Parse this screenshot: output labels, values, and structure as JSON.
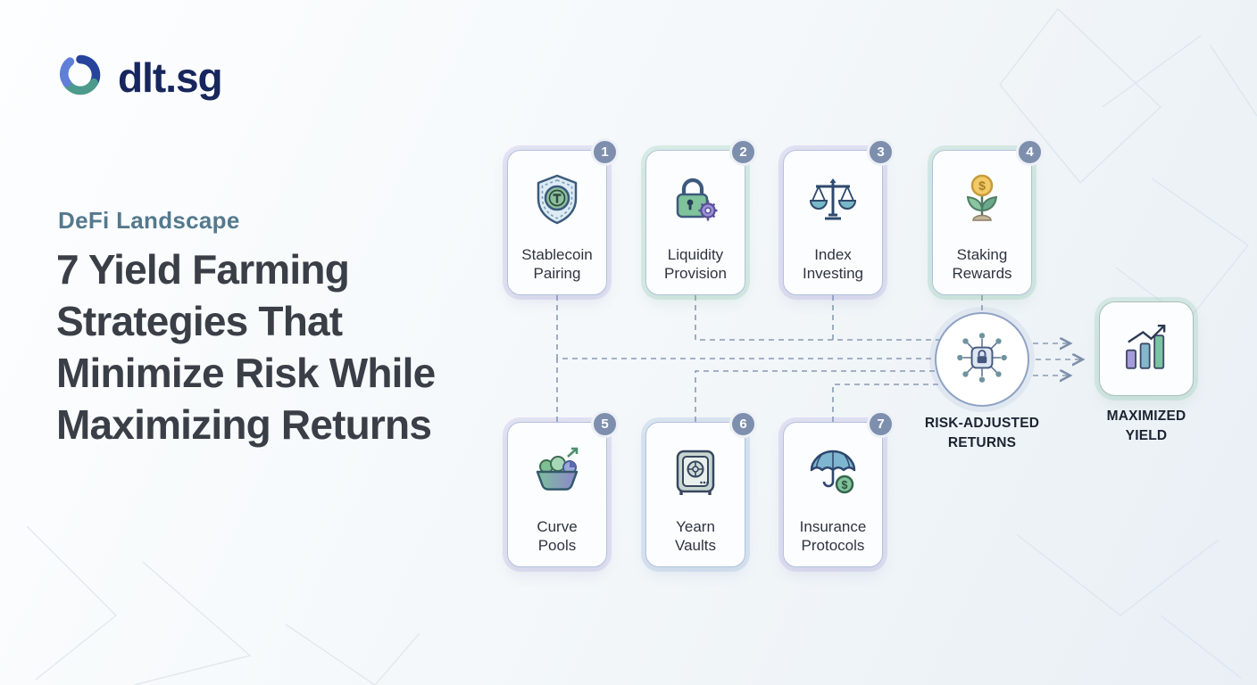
{
  "brand": {
    "name": "dlt.sg"
  },
  "hero": {
    "eyebrow": "DeFi Landscape",
    "title": "7 Yield Farming\nStrategies That\nMinimize Risk While\nMaximizing Returns"
  },
  "diagram": {
    "cards": [
      {
        "number": "1",
        "label": "Stablecoin\nPairing",
        "icon": "shield-coin-icon"
      },
      {
        "number": "2",
        "label": "Liquidity\nProvision",
        "icon": "lock-gear-icon"
      },
      {
        "number": "3",
        "label": "Index\nInvesting",
        "icon": "balance-scale-icon"
      },
      {
        "number": "4",
        "label": "Staking\nRewards",
        "icon": "coin-plant-icon"
      },
      {
        "number": "5",
        "label": "Curve\nPools",
        "icon": "pools-basket-icon"
      },
      {
        "number": "6",
        "label": "Yearn\nVaults",
        "icon": "vault-icon"
      },
      {
        "number": "7",
        "label": "Insurance\nProtocols",
        "icon": "umbrella-coin-icon"
      }
    ],
    "hub": {
      "label": "RISK-ADJUSTED\nRETURNS",
      "icon": "network-lock-icon"
    },
    "outcome": {
      "label": "MAXIMIZED\nYIELD",
      "icon": "bar-chart-growth-icon"
    }
  },
  "colors": {
    "badge": "#7E8FAE",
    "connector": "#8A99B3",
    "glow_purple": "#9A8ED8",
    "glow_green": "#7EC4A2",
    "title_text": "#3A3F47",
    "eyebrow_text": "#54798D",
    "brand_navy": "#17265C",
    "brand_blue": "#2E56B0",
    "brand_green": "#4B9A8C"
  }
}
